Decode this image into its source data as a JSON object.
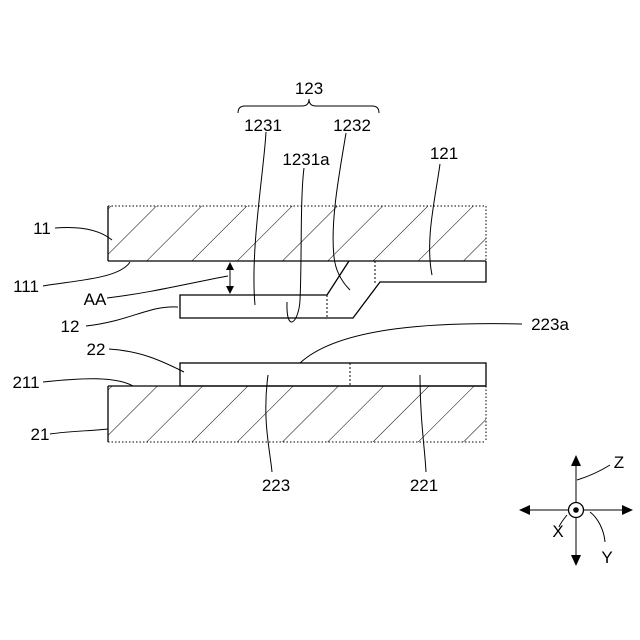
{
  "labels": {
    "l123": "123",
    "l1231": "1231",
    "l1232": "1232",
    "l1231a": "1231a",
    "l121": "121",
    "l11": "11",
    "l111": "111",
    "lAA": "AA",
    "l12": "12",
    "l22": "22",
    "l223a": "223a",
    "l211": "211",
    "l21": "21",
    "l223": "223",
    "l221": "221"
  },
  "axes": {
    "z": "Z",
    "x": "X",
    "y": "Y"
  }
}
